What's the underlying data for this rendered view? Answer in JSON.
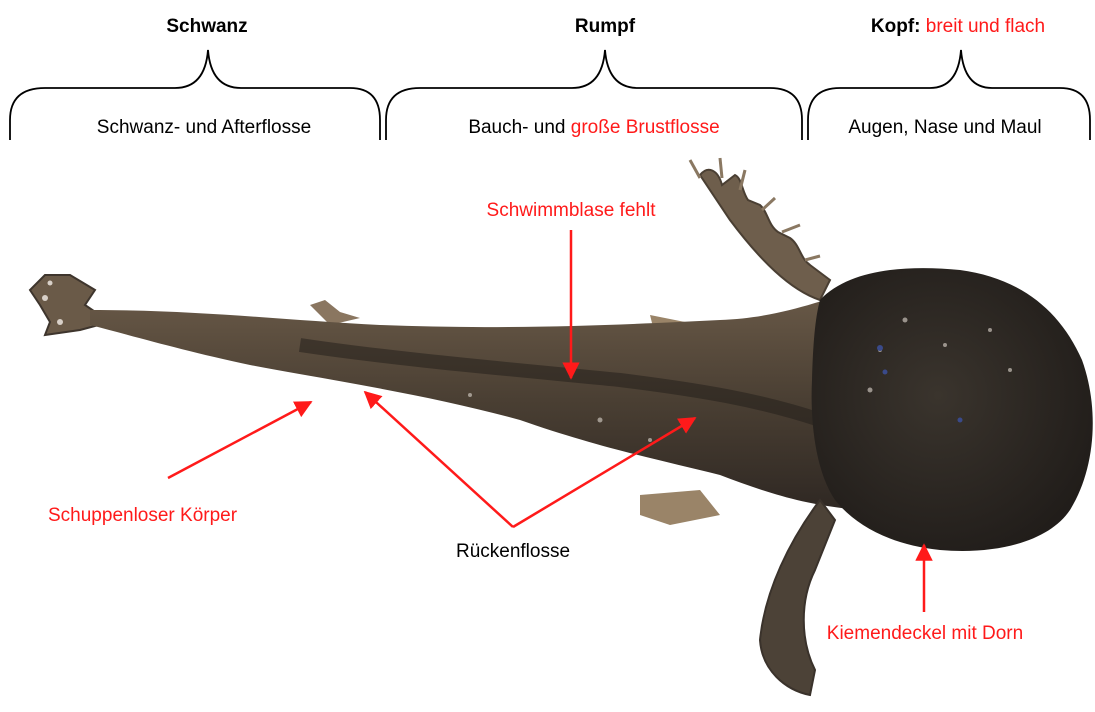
{
  "sections": [
    {
      "title": "Schwanz",
      "content_plain": "Schwanz- und Afterflosse"
    },
    {
      "title": "Rumpf",
      "content_plain": "Bauch- und ",
      "content_red": "große Brustflosse"
    },
    {
      "title_bold": "Kopf:",
      "title_red": " breit und flach",
      "content_plain": "Augen, Nase und Maul"
    }
  ],
  "annotations": {
    "swim_bladder": "Schwimmblase fehlt",
    "scaleless_body": "Schuppenloser Körper",
    "dorsal_fin": "Rückenflosse",
    "gill_cover": "Kiemendeckel mit Dorn"
  },
  "colors": {
    "annotation_red": "#ff1a1a",
    "bracket": "#000000",
    "fish_body": "#4a3f33",
    "fish_dark": "#2b2622",
    "fin": "#7a6a57"
  }
}
